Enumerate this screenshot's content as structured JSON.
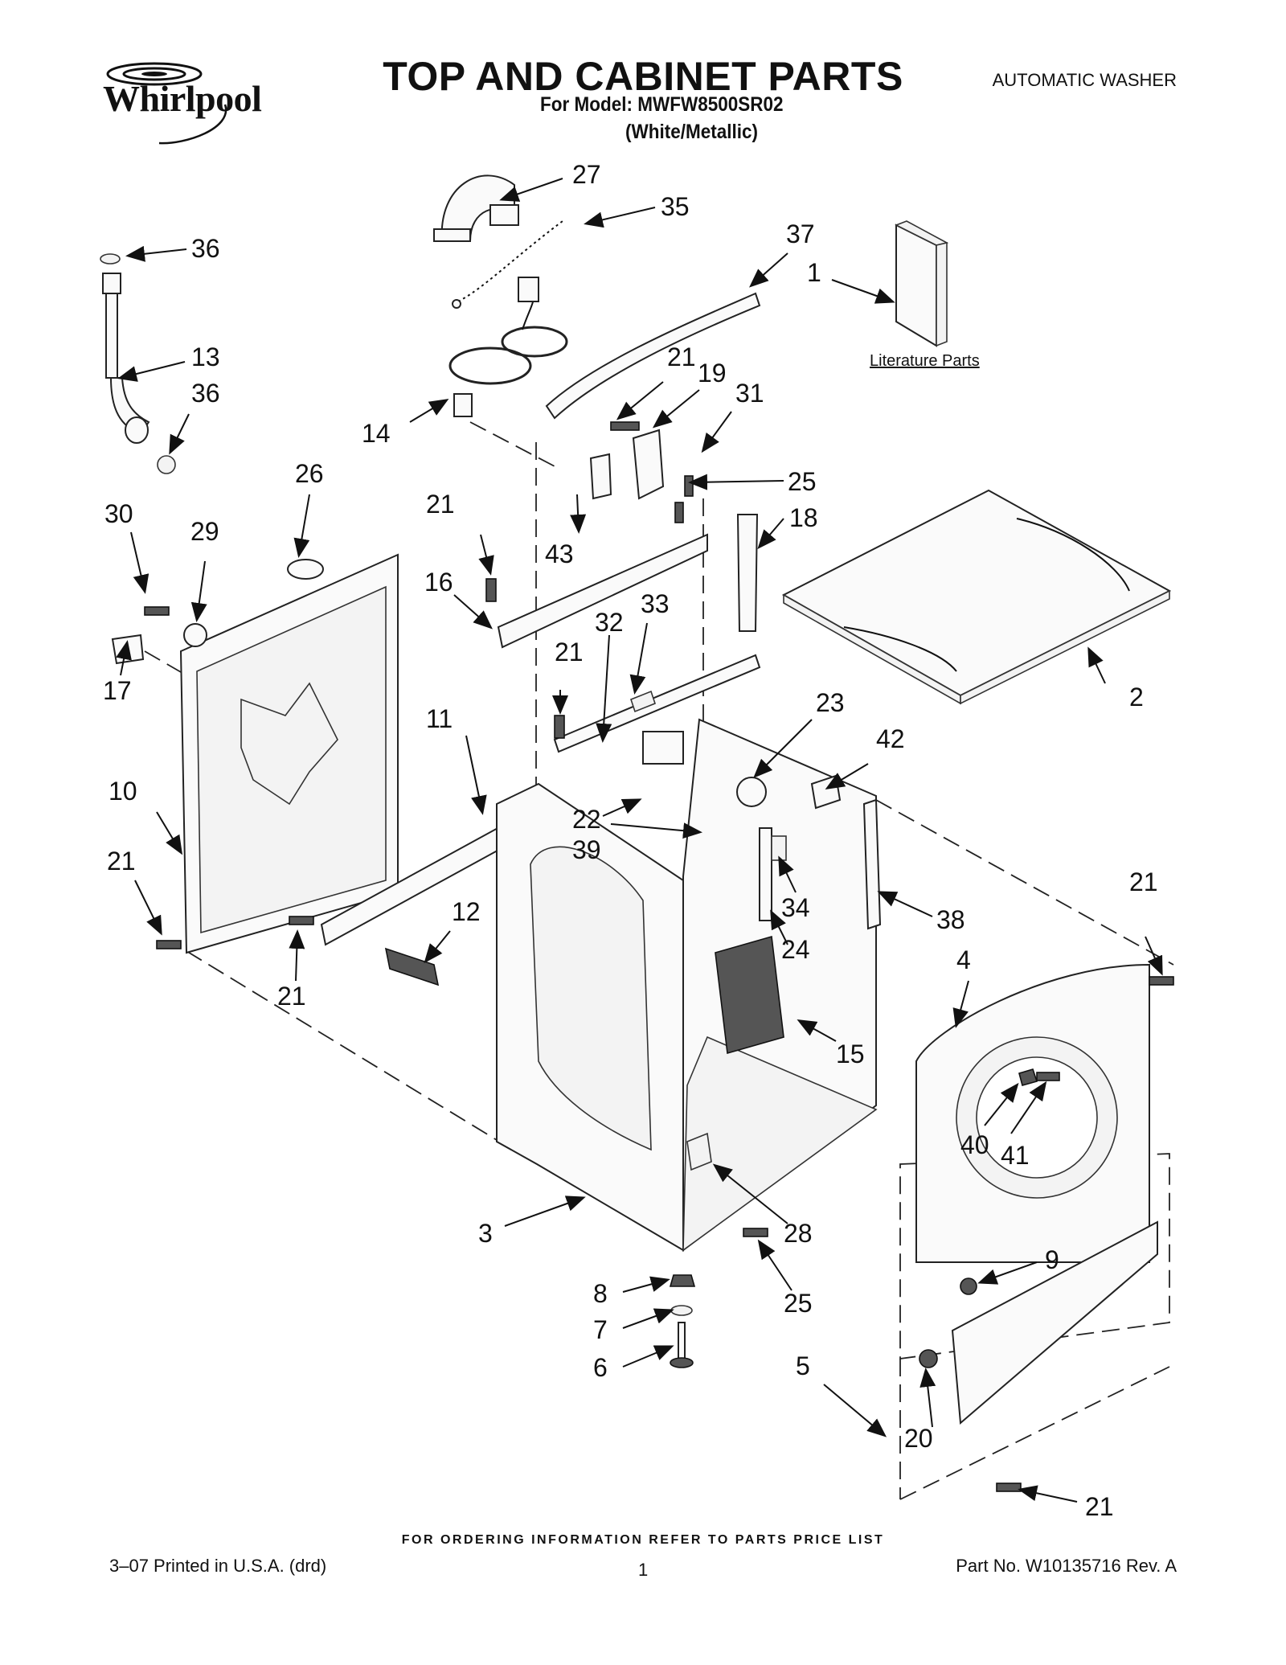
{
  "header": {
    "brand": "Whirlpool",
    "title": "TOP AND CABINET PARTS",
    "model_line": "For Model: MWFW8500SR02",
    "color_line": "(White/Metallic)",
    "product_type": "AUTOMATIC WASHER"
  },
  "diagram": {
    "literature_label": "Literature Parts",
    "callouts": [
      "27",
      "35",
      "37",
      "1",
      "36",
      "13",
      "36",
      "21",
      "19",
      "31",
      "14",
      "25",
      "26",
      "21",
      "18",
      "30",
      "29",
      "16",
      "43",
      "33",
      "32",
      "21",
      "17",
      "11",
      "23",
      "42",
      "2",
      "10",
      "22",
      "39",
      "21",
      "34",
      "12",
      "38",
      "21",
      "24",
      "4",
      "21",
      "15",
      "40",
      "41",
      "3",
      "28",
      "9",
      "8",
      "25",
      "7",
      "6",
      "5",
      "20",
      "21"
    ]
  },
  "footer": {
    "ordering_note": "FOR ORDERING INFORMATION REFER TO PARTS PRICE LIST",
    "print_info": "3–07 Printed in U.S.A. (drd)",
    "page_number": "1",
    "part_number": "Part No. W10135716 Rev. A"
  },
  "colors": {
    "line": "#222222",
    "background": "#ffffff"
  },
  "icons": {
    "logo": "whirlpool-swirl-icon"
  }
}
